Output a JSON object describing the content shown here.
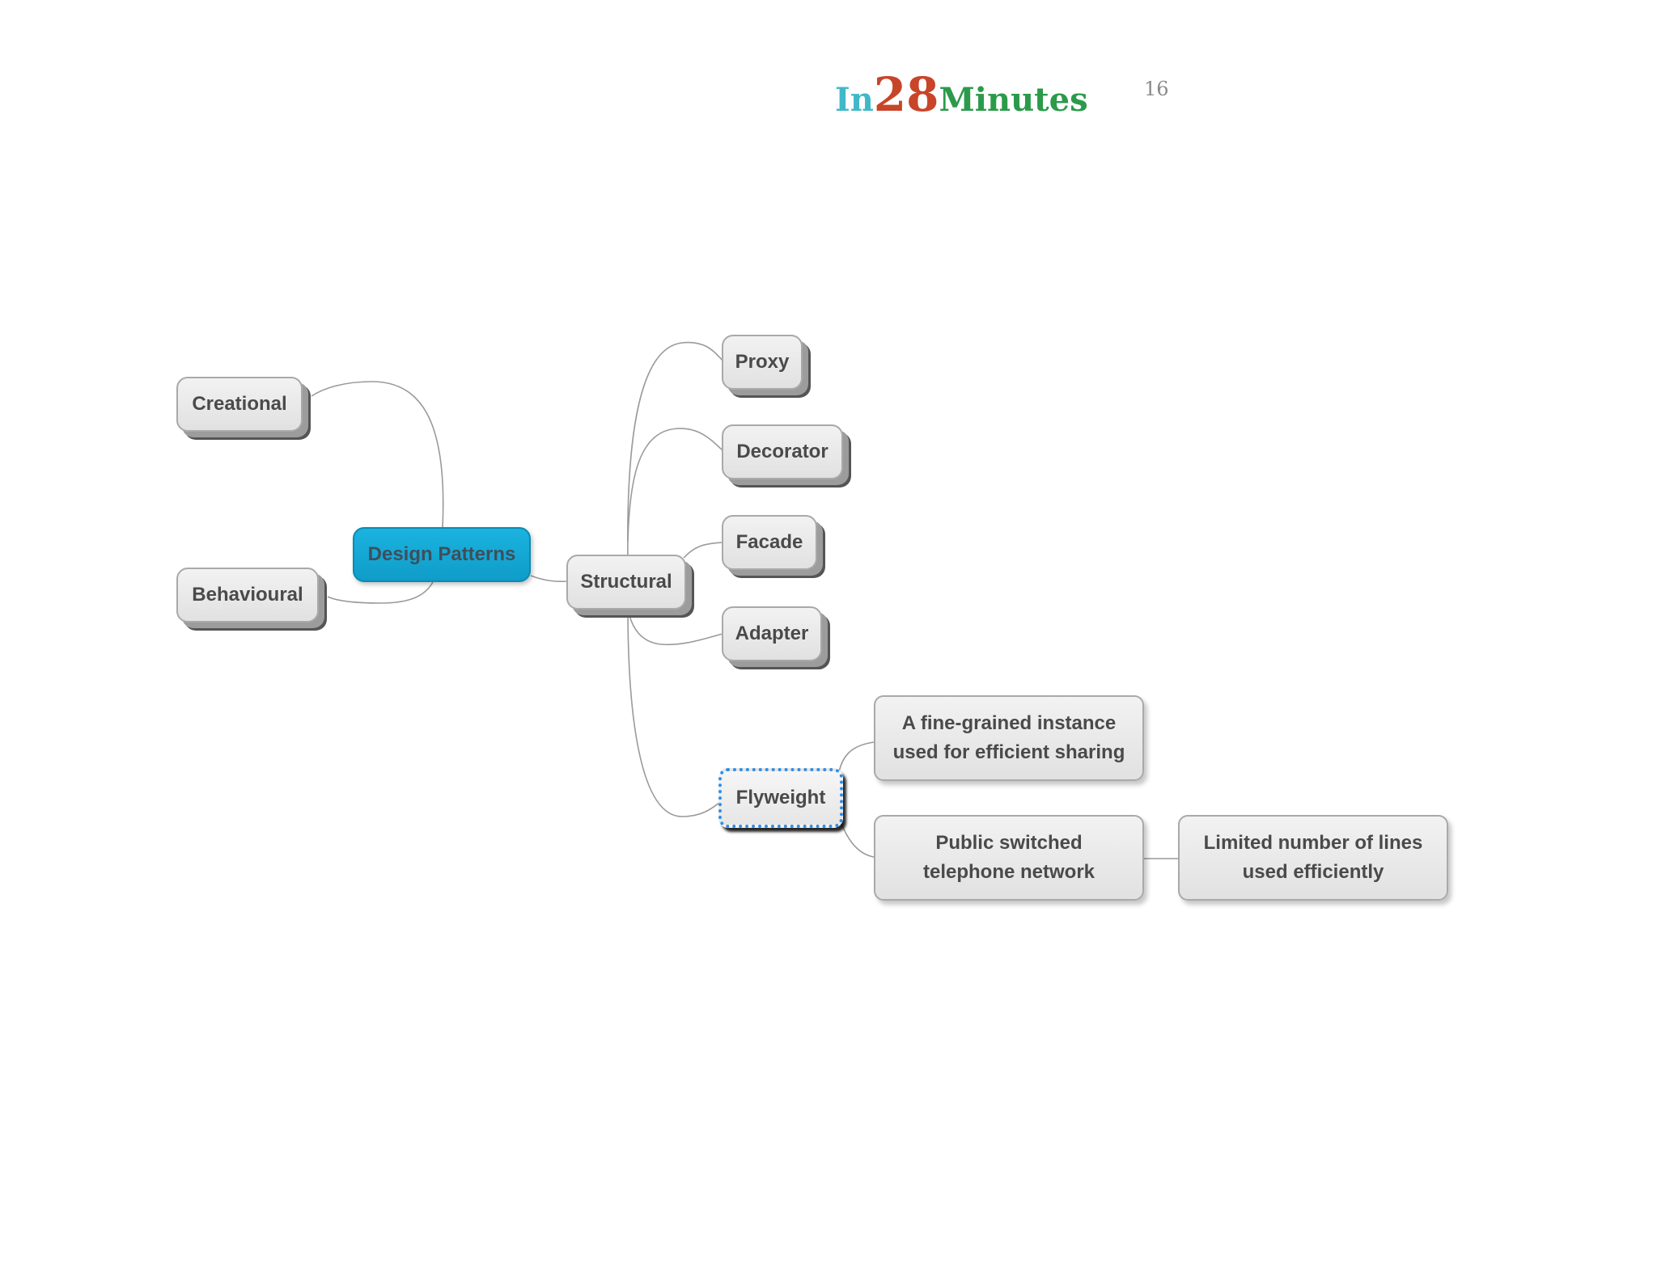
{
  "header": {
    "brand": {
      "part1": "In",
      "part2": "28",
      "part3": "Minutes"
    },
    "page_number": "16"
  },
  "colors": {
    "brand_in": "#3fb8c8",
    "brand_28": "#c8452a",
    "brand_minutes": "#2b9a4a",
    "root_node": "#1aa9d6",
    "node_fill": "#e8e8e8",
    "selection_outline": "#2f8ee6",
    "connector": "#9a9a9a"
  },
  "mindmap": {
    "root": "Design Patterns",
    "left_branches": [
      "Creational",
      "Behavioural"
    ],
    "structural": {
      "label": "Structural",
      "children": [
        "Proxy",
        "Decorator",
        "Facade",
        "Adapter",
        "Flyweight"
      ]
    },
    "flyweight_notes": {
      "definition": [
        "A fine-grained instance",
        "used for efficient sharing"
      ],
      "example": [
        "Public switched",
        "telephone network"
      ],
      "example_detail": [
        "Limited number of lines",
        "used efficiently"
      ]
    }
  }
}
